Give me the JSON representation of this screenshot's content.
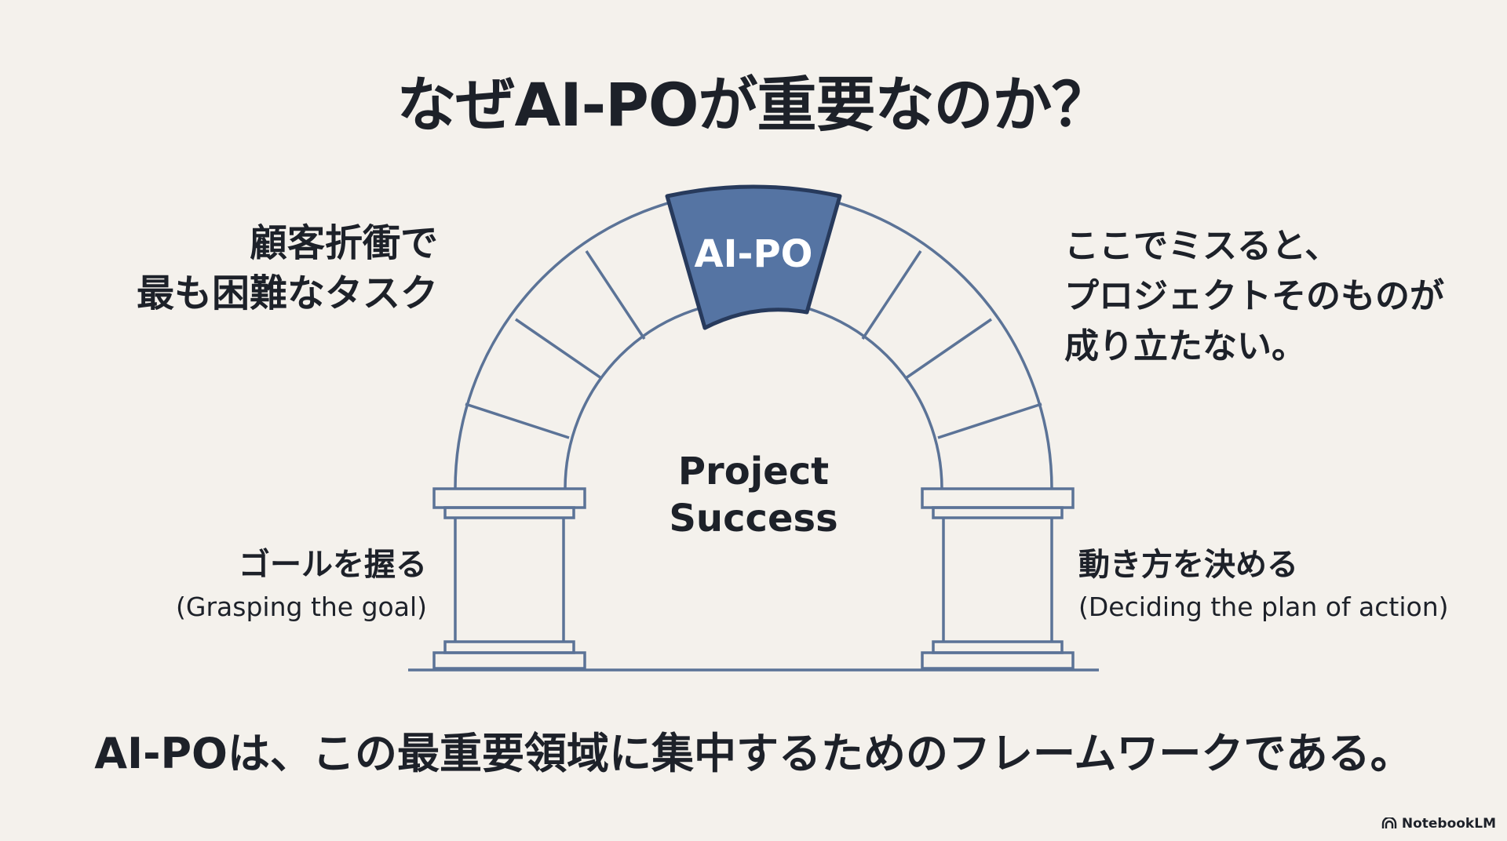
{
  "title": "なぜAI-POが重要なのか？",
  "left_top": [
    "顧客折衝で",
    "最も困難なタスク"
  ],
  "right_top": [
    "ここでミスると、",
    "プロジェクトそのものが",
    "成り立たない。"
  ],
  "keystone_label": "AI-PO",
  "center_label": [
    "Project",
    "Success"
  ],
  "left_pillar": {
    "label": "ゴールを握る",
    "sub": "(Grasping the goal)"
  },
  "right_pillar": {
    "label": "動き方を決める",
    "sub": "(Deciding the plan of action)"
  },
  "bottom_text": "AI-POは、この最重要領域に集中するためのフレームワークである。",
  "brand": "NotebookLM",
  "colors": {
    "background": "#f4f1ec",
    "line": "#5b7397",
    "keystone_fill": "#5574a3",
    "keystone_stroke": "#273a5c",
    "text": "#1d2129"
  }
}
